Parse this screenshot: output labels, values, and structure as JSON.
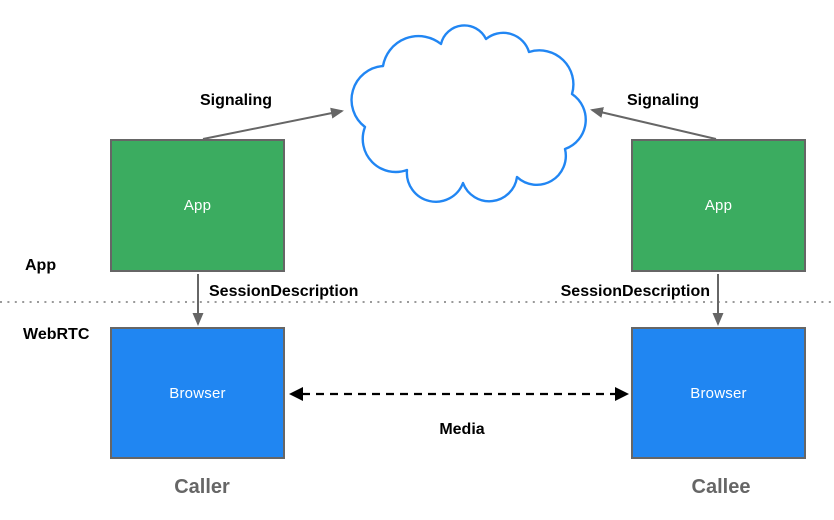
{
  "colors": {
    "app_box": "#3BAC60",
    "browser_box": "#2086F2",
    "cloud_stroke": "#2186F3",
    "box_border": "#666666",
    "box_text": "#FFFFFF",
    "arrow": "#666666",
    "media_arrow": "#000000",
    "label_text": "#000000",
    "caption_text": "#666666",
    "divider": "#8C8C8C"
  },
  "side_labels": {
    "app": "App",
    "webrtc": "WebRTC"
  },
  "nodes": {
    "caller_app": "App",
    "callee_app": "App",
    "caller_browser": "Browser",
    "callee_browser": "Browser"
  },
  "edge_labels": {
    "signaling_left": "Signaling",
    "signaling_right": "Signaling",
    "session_description_left": "SessionDescription",
    "session_description_right": "SessionDescription",
    "media": "Media"
  },
  "captions": {
    "caller": "Caller",
    "callee": "Callee"
  }
}
